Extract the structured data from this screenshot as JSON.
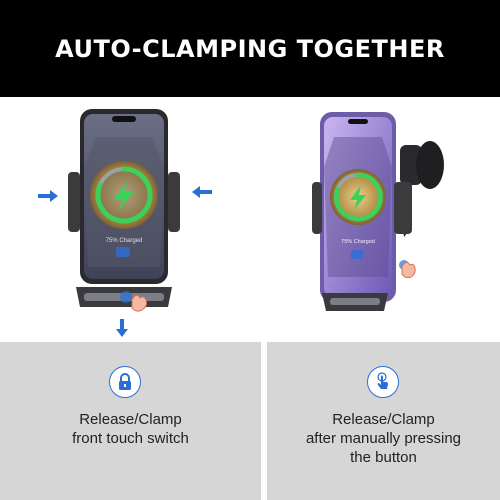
{
  "banner": {
    "title": "AUTO-CLAMPING TOGETHER"
  },
  "left_panel": {
    "icon": "lock-icon",
    "caption_lines": [
      "Release/Clamp",
      "front touch switch"
    ]
  },
  "right_panel": {
    "icon": "touch-finger-icon",
    "caption_lines": [
      "Release/Clamp",
      "after manually pressing",
      "the button"
    ]
  },
  "phone_screen": {
    "charge_text": "75% Charged"
  },
  "colors": {
    "banner_bg": "#000000",
    "banner_text": "#ffffff",
    "panel_bg": "#d6d6d6",
    "arrow": "#2a6fd6",
    "charge_ring": "#3bd15a"
  }
}
